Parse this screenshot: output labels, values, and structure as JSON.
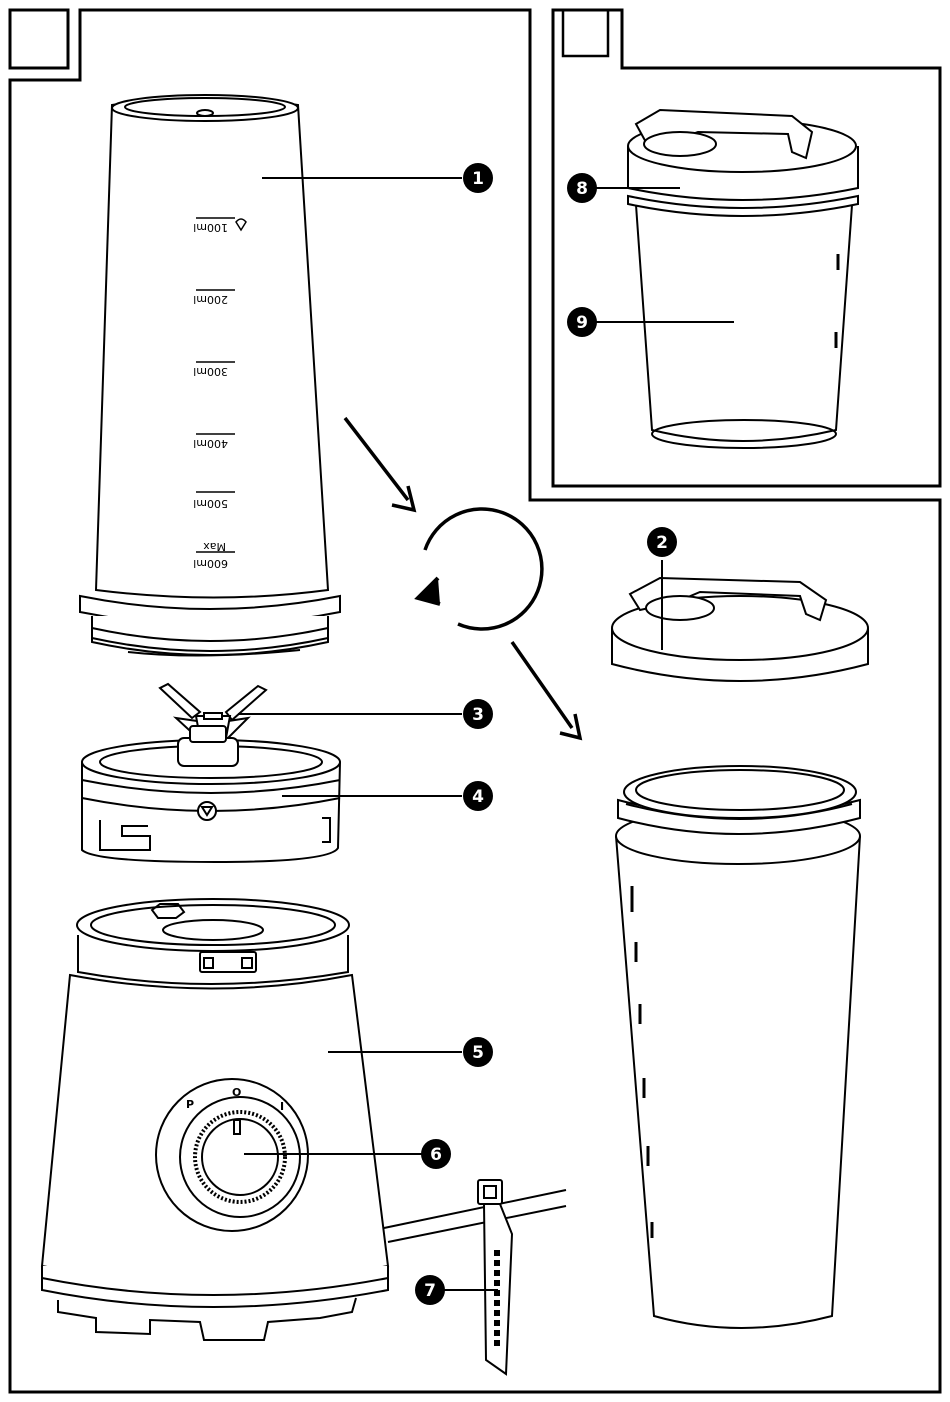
{
  "callouts": [
    {
      "id": "1"
    },
    {
      "id": "2"
    },
    {
      "id": "3"
    },
    {
      "id": "4"
    },
    {
      "id": "5"
    },
    {
      "id": "6"
    },
    {
      "id": "7"
    },
    {
      "id": "8"
    },
    {
      "id": "9"
    }
  ],
  "jar_scale": [
    "100ml",
    "200ml",
    "300ml",
    "400ml",
    "500ml",
    "600ml"
  ],
  "jar_max_label": "Max",
  "dial": {
    "p": "P",
    "o": "O",
    "i": "I"
  },
  "colors": {
    "line": "#000000",
    "fill": "#ffffff"
  }
}
